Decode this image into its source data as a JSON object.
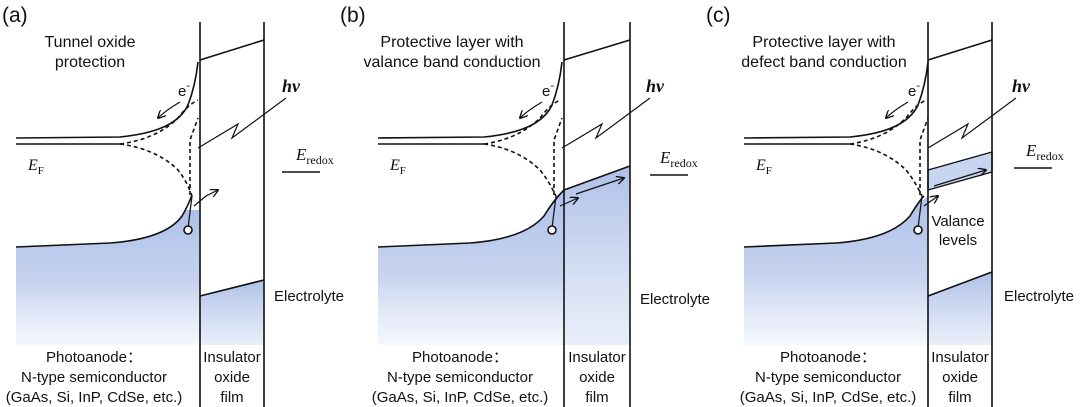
{
  "panels": [
    {
      "id": "a",
      "label": "(a)",
      "title_lines": [
        "Tunnel oxide",
        "protection"
      ],
      "electron": "e",
      "electron_sup": "-",
      "hv": "hv",
      "ef_main": "E",
      "ef_sub": "F",
      "eredox_main": "E",
      "eredox_sub": "redox",
      "electrolyte": "Electrolyte",
      "photoanode_lines": [
        "Photoanode：",
        "N-type semiconductor",
        "(GaAs, Si, InP, CdSe, etc.)"
      ],
      "insulator_lines": [
        "Insulator",
        "oxide",
        "film"
      ]
    },
    {
      "id": "b",
      "label": "(b)",
      "title_lines": [
        "Protective layer with",
        "valance band conduction"
      ],
      "electron": "e",
      "electron_sup": "-",
      "hv": "hv",
      "ef_main": "E",
      "ef_sub": "F",
      "eredox_main": "E",
      "eredox_sub": "redox",
      "electrolyte": "Electrolyte",
      "photoanode_lines": [
        "Photoanode：",
        "N-type semiconductor",
        "(GaAs, Si, InP, CdSe, etc.)"
      ],
      "insulator_lines": [
        "Insulator",
        "oxide",
        "film"
      ]
    },
    {
      "id": "c",
      "label": "(c)",
      "title_lines": [
        "Protective layer with",
        "defect band conduction"
      ],
      "electron": "e",
      "electron_sup": "-",
      "hv": "hv",
      "ef_main": "E",
      "ef_sub": "F",
      "eredox_main": "E",
      "eredox_sub": "redox",
      "electrolyte": "Electrolyte",
      "valance_lines": [
        "Valance",
        "levels"
      ],
      "photoanode_lines": [
        "Photoanode：",
        "N-type semiconductor",
        "(GaAs, Si, InP, CdSe, etc.)"
      ],
      "insulator_lines": [
        "Insulator",
        "oxide",
        "film"
      ]
    }
  ],
  "colors": {
    "band_fill_top": "#e9eef9",
    "band_fill_mid": "#a9bde6",
    "defect_band": "#c7d5f0",
    "ink": "#111111"
  }
}
